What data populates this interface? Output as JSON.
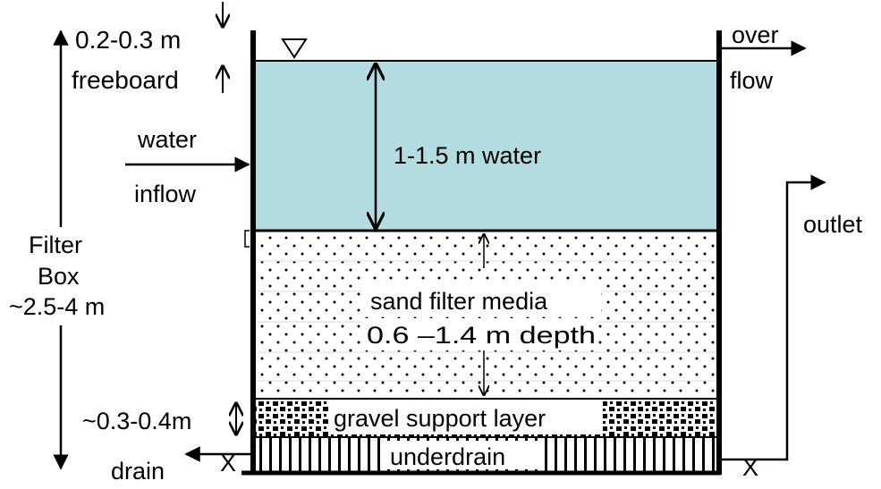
{
  "labels": {
    "freeboard_value": "0.2-0.3 m",
    "freeboard_word": "freeboard",
    "water_word": "water",
    "inflow_word": "inflow",
    "filter_word": "Filter",
    "box_word": "Box",
    "filter_box_height": "~2.5-4  m",
    "gravel_depth": "~0.3-0.4m",
    "drain": "drain",
    "water_depth": "1-1.5 m water",
    "sand_media": "sand filter media",
    "sand_depth": "0.6 –1.4  m depth",
    "gravel_layer": "gravel support layer",
    "underdrain": "underdrain",
    "over": "over",
    "flow": "flow",
    "outlet": "outlet",
    "valve_left": "X",
    "valve_right": "X"
  },
  "colors": {
    "water": "#b2dcdf",
    "line": "#000000",
    "background": "#ffffff"
  }
}
